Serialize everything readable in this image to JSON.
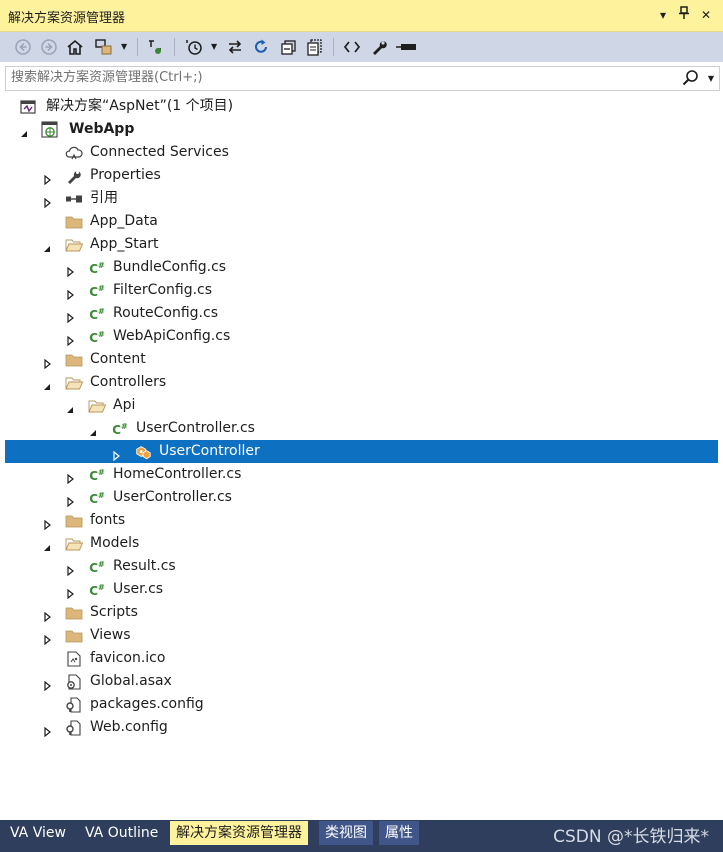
{
  "window": {
    "title": "解决方案资源管理器",
    "buttons": [
      {
        "name": "dropdown-icon",
        "glyph": "▾"
      },
      {
        "name": "pin-icon",
        "glyph": "⊥"
      },
      {
        "name": "close-icon",
        "glyph": "✕"
      }
    ]
  },
  "toolbar": {
    "icons": [
      "back-icon",
      "forward-icon",
      "home-icon",
      "switch-views-icon",
      "pending-changes-filter-icon",
      "history-icon",
      "sync-active-document-icon",
      "refresh-icon",
      "collapse-all-icon",
      "show-all-files-icon",
      "view-code-icon",
      "properties-icon",
      "preview-selected-icon"
    ]
  },
  "search": {
    "placeholder": "搜索解决方案资源管理器(Ctrl+;)",
    "value": ""
  },
  "tree": [
    {
      "label": "解决方案“AspNet”(1 个项目)",
      "level": 0,
      "expander": "none",
      "icon": "solution-icon"
    },
    {
      "label": "WebApp",
      "level": 0,
      "expander": "expanded",
      "icon": "web-project-icon",
      "bold": true
    },
    {
      "label": "Connected Services",
      "level": 1,
      "expander": "none",
      "icon": "connected-services-icon"
    },
    {
      "label": "Properties",
      "level": 1,
      "expander": "collapsed",
      "icon": "wrench-icon"
    },
    {
      "label": "引用",
      "level": 1,
      "expander": "collapsed",
      "icon": "references-icon"
    },
    {
      "label": "App_Data",
      "level": 1,
      "expander": "none",
      "icon": "folder-icon"
    },
    {
      "label": "App_Start",
      "level": 1,
      "expander": "expanded",
      "icon": "folder-open-icon"
    },
    {
      "label": "BundleConfig.cs",
      "level": 2,
      "expander": "collapsed",
      "icon": "csharp-file-icon"
    },
    {
      "label": "FilterConfig.cs",
      "level": 2,
      "expander": "collapsed",
      "icon": "csharp-file-icon"
    },
    {
      "label": "RouteConfig.cs",
      "level": 2,
      "expander": "collapsed",
      "icon": "csharp-file-icon"
    },
    {
      "label": "WebApiConfig.cs",
      "level": 2,
      "expander": "collapsed",
      "icon": "csharp-file-icon"
    },
    {
      "label": "Content",
      "level": 1,
      "expander": "collapsed",
      "icon": "folder-icon"
    },
    {
      "label": "Controllers",
      "level": 1,
      "expander": "expanded",
      "icon": "folder-open-icon"
    },
    {
      "label": "Api",
      "level": 2,
      "expander": "expanded",
      "icon": "folder-open-icon"
    },
    {
      "label": "UserController.cs",
      "level": 3,
      "expander": "expanded",
      "icon": "csharp-file-icon"
    },
    {
      "label": "UserController",
      "level": 4,
      "expander": "collapsed",
      "icon": "class-icon",
      "selected": true
    },
    {
      "label": "HomeController.cs",
      "level": 2,
      "expander": "collapsed",
      "icon": "csharp-file-icon"
    },
    {
      "label": "UserController.cs",
      "level": 2,
      "expander": "collapsed",
      "icon": "csharp-file-icon"
    },
    {
      "label": "fonts",
      "level": 1,
      "expander": "collapsed",
      "icon": "folder-icon"
    },
    {
      "label": "Models",
      "level": 1,
      "expander": "expanded",
      "icon": "folder-open-icon"
    },
    {
      "label": "Result.cs",
      "level": 2,
      "expander": "collapsed",
      "icon": "csharp-file-icon"
    },
    {
      "label": "User.cs",
      "level": 2,
      "expander": "collapsed",
      "icon": "csharp-file-icon"
    },
    {
      "label": "Scripts",
      "level": 1,
      "expander": "collapsed",
      "icon": "folder-icon"
    },
    {
      "label": "Views",
      "level": 1,
      "expander": "collapsed",
      "icon": "folder-icon"
    },
    {
      "label": "favicon.ico",
      "level": 1,
      "expander": "none",
      "icon": "image-file-icon"
    },
    {
      "label": "Global.asax",
      "level": 1,
      "expander": "collapsed",
      "icon": "global-asax-icon"
    },
    {
      "label": "packages.config",
      "level": 1,
      "expander": "none",
      "icon": "config-file-icon"
    },
    {
      "label": "Web.config",
      "level": 1,
      "expander": "collapsed",
      "icon": "config-file-icon"
    }
  ],
  "tabs": [
    {
      "label": "VA View",
      "state": "normal"
    },
    {
      "label": "VA Outline",
      "state": "normal"
    },
    {
      "label": "解决方案资源管理器",
      "state": "active"
    },
    {
      "label": "类视图",
      "state": "plain"
    },
    {
      "label": "属性",
      "state": "plain"
    }
  ],
  "watermark": "CSDN @*长铁归来*",
  "colors": {
    "title_bar": "#fff29d",
    "toolbar": "#cfd6e5",
    "selection": "#0e70c0",
    "tab_strip": "#2e3e5c",
    "csharp": "#388a34",
    "folder": "#dcb67a"
  }
}
